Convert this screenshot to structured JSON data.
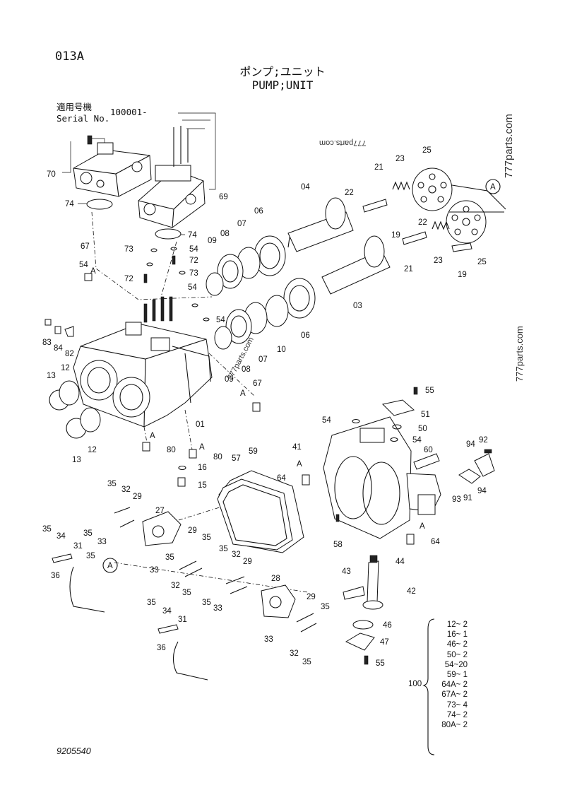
{
  "header": {
    "page_code": "013A",
    "title_jp": "ポンプ;ユニット",
    "title_en": "PUMP;UNIT",
    "serial_label_jp": "適用号機",
    "serial_label_en": "Serial No.",
    "serial_value": "100001-"
  },
  "watermarks": [
    "777parts.com",
    "777parts.com",
    "777parts.com",
    "777parts.com"
  ],
  "footer": {
    "drawing_number": "9205540"
  },
  "callouts": {
    "01": "01",
    "03": "03",
    "04": "04",
    "06a": "06",
    "06b": "06",
    "07a": "07",
    "07b": "07",
    "08a": "08",
    "08b": "08",
    "09a": "09",
    "09b": "09",
    "10": "10",
    "12a": "12",
    "12b": "12",
    "13a": "13",
    "13b": "13",
    "15": "15",
    "16": "16",
    "19a": "19",
    "19b": "19",
    "21a": "21",
    "21b": "21",
    "22a": "22",
    "22b": "22",
    "23a": "23",
    "23b": "23",
    "25a": "25",
    "25b": "25",
    "27": "27",
    "28": "28",
    "29a": "29",
    "29b": "29",
    "29c": "29",
    "29d": "29",
    "31a": "31",
    "31b": "31",
    "32a": "32",
    "32b": "32",
    "32c": "32",
    "32d": "32",
    "33a": "33",
    "33b": "33",
    "33c": "33",
    "33d": "33",
    "34a": "34",
    "34b": "34",
    "35a": "35",
    "35b": "35",
    "35c": "35",
    "35d": "35",
    "35e": "35",
    "35f": "35",
    "35g": "35",
    "35h": "35",
    "35i": "35",
    "35j": "35",
    "35k": "35",
    "35l": "35",
    "36a": "36",
    "36b": "36",
    "41": "41",
    "42": "42",
    "43": "43",
    "44": "44",
    "46": "46",
    "47": "47",
    "50": "50",
    "51": "51",
    "54a": "54",
    "54b": "54",
    "54c": "54",
    "54d": "54",
    "54e": "54",
    "54f": "54",
    "55a": "55",
    "55b": "55",
    "57": "57",
    "58": "58",
    "59": "59",
    "60": "60",
    "64a": "64",
    "64b": "64",
    "67a": "67",
    "67b": "67",
    "69": "69",
    "70": "70",
    "72a": "72",
    "72b": "72",
    "73a": "73",
    "73b": "73",
    "74a": "74",
    "74b": "74",
    "80a": "80",
    "80b": "80",
    "82": "82",
    "83": "83",
    "84": "84",
    "91": "91",
    "92": "92",
    "93": "93",
    "94a": "94",
    "94b": "94",
    "A1": "A",
    "A2": "A",
    "A3": "A",
    "A4": "A",
    "A5": "A",
    "A6": "A",
    "A7": "A",
    "A8": "A"
  },
  "kit": {
    "number": "100",
    "brace": "{",
    "items": [
      "12~ 2",
      "16~ 1",
      "46~ 2",
      "50~ 2",
      "54~20",
      "59~ 1",
      "64A~ 2",
      "67A~ 2",
      "73~ 4",
      "74~ 2",
      "80A~ 2"
    ]
  }
}
